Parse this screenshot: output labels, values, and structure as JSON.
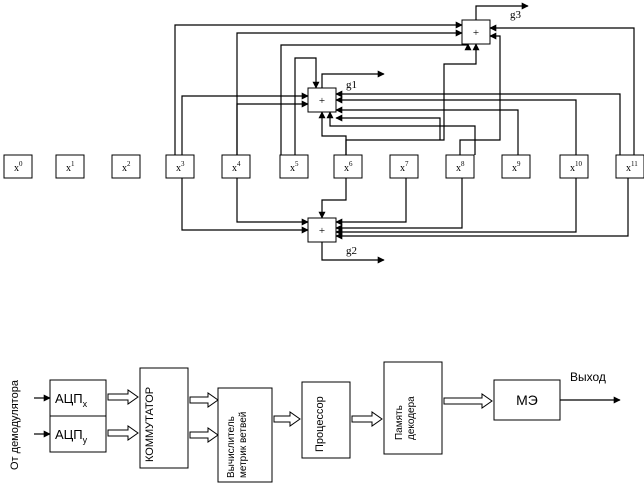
{
  "encoder": {
    "registers": [
      {
        "base": "x",
        "exp": "0"
      },
      {
        "base": "x",
        "exp": "1"
      },
      {
        "base": "x",
        "exp": "2"
      },
      {
        "base": "x",
        "exp": "3"
      },
      {
        "base": "x",
        "exp": "4"
      },
      {
        "base": "x",
        "exp": "5"
      },
      {
        "base": "x",
        "exp": "6"
      },
      {
        "base": "x",
        "exp": "7"
      },
      {
        "base": "x",
        "exp": "8"
      },
      {
        "base": "x",
        "exp": "9"
      },
      {
        "base": "x",
        "exp": "10"
      },
      {
        "base": "x",
        "exp": "11"
      }
    ],
    "adder_symbol": "+",
    "outputs": {
      "g1": "g1",
      "g2": "g2",
      "g3": "g3"
    }
  },
  "decoder": {
    "input_label": "От демодулятора",
    "adc_x": {
      "base": "АЦП",
      "sub": "x"
    },
    "adc_y": {
      "base": "АЦП",
      "sub": "у"
    },
    "switch_label": "КОММУТАТОР",
    "branch_metric": [
      "Вычислитель",
      "метрик ветвей"
    ],
    "processor": "Процессор",
    "memory": [
      "Память",
      "декодера"
    ],
    "me": "МЭ",
    "output_label": "Выход"
  }
}
